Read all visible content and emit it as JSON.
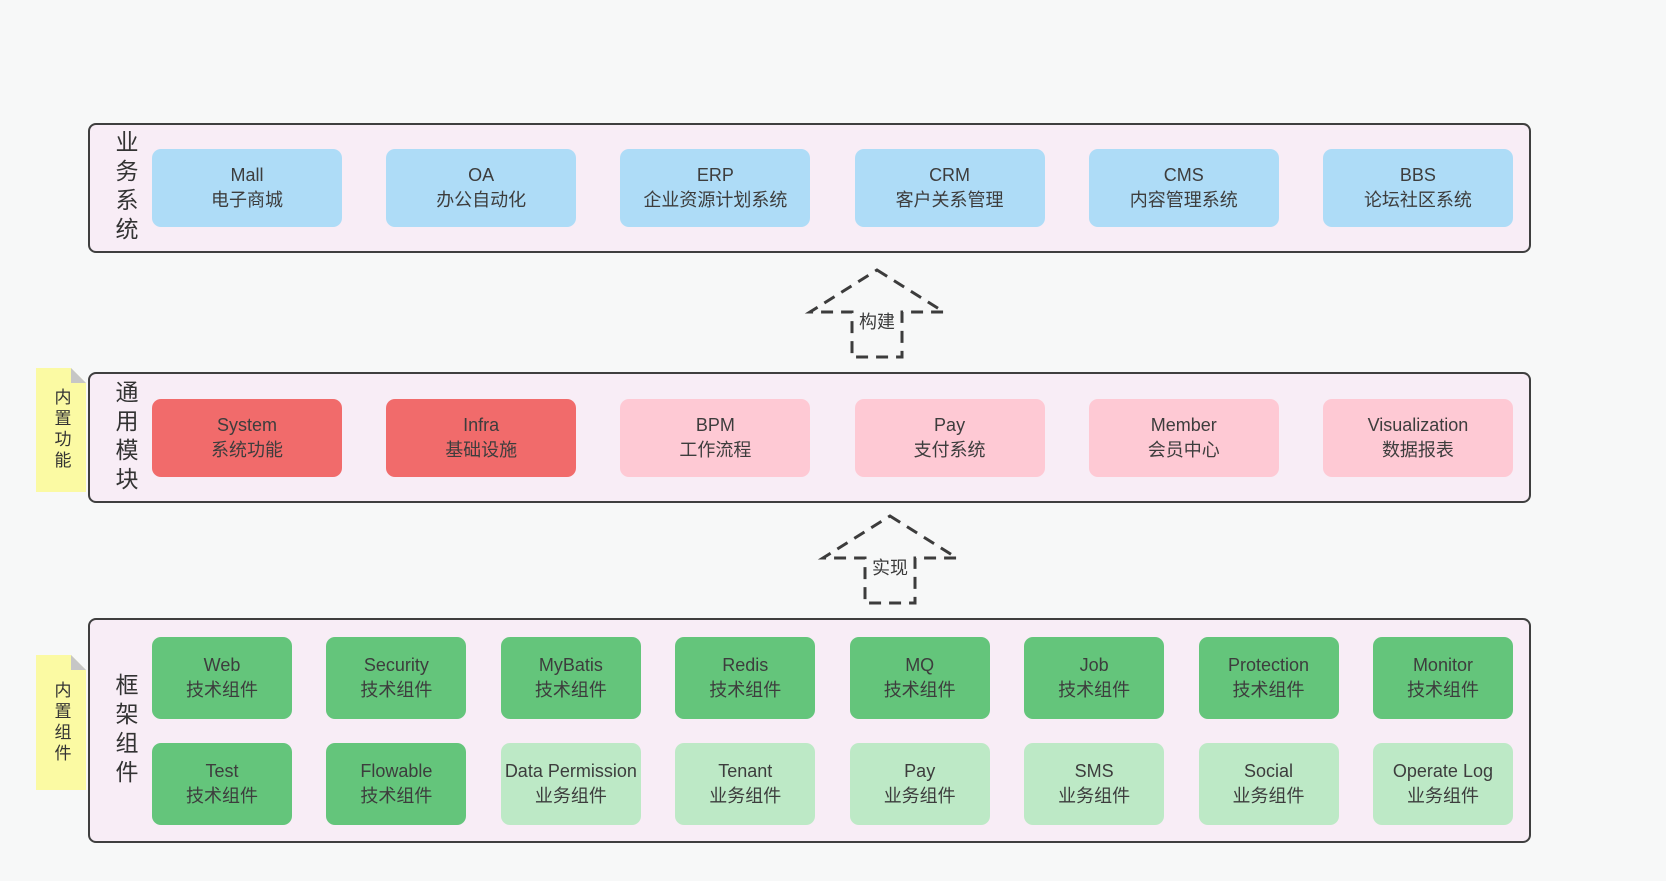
{
  "palette": {
    "page_bg": "#f7f8f8",
    "panel_bg": "#f8edf6",
    "panel_border": "#3f3f3f",
    "blue": "#aedcf7",
    "red": "#f16b6b",
    "pink": "#fec9d4",
    "green": "#64c57b",
    "light_green": "#bde9c6",
    "sticky_yellow": "#fbfaa3",
    "fold_gray": "#c6c6c6",
    "text": "#3d3d3d"
  },
  "arrows": [
    {
      "label": "构建"
    },
    {
      "label": "实现"
    }
  ],
  "stickies": [
    {
      "label": "内置功能"
    },
    {
      "label": "内置组件"
    }
  ],
  "sections": {
    "business": {
      "label": "业务系统",
      "boxes": [
        {
          "title": "Mall",
          "subtitle": "电子商城"
        },
        {
          "title": "OA",
          "subtitle": "办公自动化"
        },
        {
          "title": "ERP",
          "subtitle": "企业资源计划系统"
        },
        {
          "title": "CRM",
          "subtitle": "客户关系管理"
        },
        {
          "title": "CMS",
          "subtitle": "内容管理系统"
        },
        {
          "title": "BBS",
          "subtitle": "论坛社区系统"
        }
      ]
    },
    "modules": {
      "label": "通用模块",
      "boxes": [
        {
          "title": "System",
          "subtitle": "系统功能"
        },
        {
          "title": "Infra",
          "subtitle": "基础设施"
        },
        {
          "title": "BPM",
          "subtitle": "工作流程"
        },
        {
          "title": "Pay",
          "subtitle": "支付系统"
        },
        {
          "title": "Member",
          "subtitle": "会员中心"
        },
        {
          "title": "Visualization",
          "subtitle": "数据报表"
        }
      ]
    },
    "components": {
      "label": "框架组件",
      "rows": [
        [
          {
            "title": "Web",
            "subtitle": "技术组件"
          },
          {
            "title": "Security",
            "subtitle": "技术组件"
          },
          {
            "title": "MyBatis",
            "subtitle": "技术组件"
          },
          {
            "title": "Redis",
            "subtitle": "技术组件"
          },
          {
            "title": "MQ",
            "subtitle": "技术组件"
          },
          {
            "title": "Job",
            "subtitle": "技术组件"
          },
          {
            "title": "Protection",
            "subtitle": "技术组件"
          },
          {
            "title": "Monitor",
            "subtitle": "技术组件"
          }
        ],
        [
          {
            "title": "Test",
            "subtitle": "技术组件"
          },
          {
            "title": "Flowable",
            "subtitle": "技术组件"
          },
          {
            "title": "Data Permission",
            "subtitle": "业务组件"
          },
          {
            "title": "Tenant",
            "subtitle": "业务组件"
          },
          {
            "title": "Pay",
            "subtitle": "业务组件"
          },
          {
            "title": "SMS",
            "subtitle": "业务组件"
          },
          {
            "title": "Social",
            "subtitle": "业务组件"
          },
          {
            "title": "Operate Log",
            "subtitle": "业务组件"
          }
        ]
      ]
    }
  }
}
